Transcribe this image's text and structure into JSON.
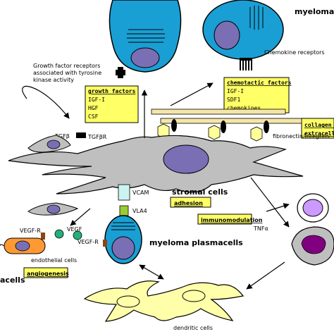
{
  "labels": {
    "myeloma_top": "myeloma",
    "chemokine_receptors": "Chemokine receptors",
    "gf_receptors_line1": "Growth factor receptors",
    "gf_receptors_line2": "associated with tyrosine",
    "gf_receptors_line3": "kinase activity",
    "tgfb": "TGFβ",
    "tgfbr": "TGFβR",
    "fibronectin": "fibronectin/integrins",
    "vcam": "VCAM",
    "vla4": "VLA4",
    "stromal_cells": "stromal cells",
    "myeloma_plasmacells": "myeloma plasmacells",
    "tnfa": "TNFα",
    "vegfr_left": "VEGF-R",
    "vegf": "VEGF",
    "vegfr_right": "VEGF-R",
    "endothelial_cells": "endothelial cells",
    "acells": "acells",
    "dendritic_cells": "dendritic cells"
  },
  "boxes": {
    "growth_factors": {
      "title": "growth factors",
      "items": [
        "IGF-I",
        "HGF",
        "CSF"
      ]
    },
    "chemotactic_factors": {
      "title": "chemotactic factors",
      "items": [
        "IGF-I",
        "SDF1",
        "chemokines"
      ]
    },
    "collagen": {
      "line1": "collagen fi",
      "line2": "extracellul"
    },
    "adhesion": "adhesion",
    "immunomodulation": "immunomodulation",
    "angiogenesis": "angiogenesis"
  },
  "colors": {
    "myeloma_cell": "#1a9fd4",
    "nucleus": "#7a6fb5",
    "stromal": "#bfbfbf",
    "label_box": "#ffff66",
    "dendritic": "#ffffaa",
    "vcam": "#ccf2f2",
    "vla4": "#99cc33",
    "vegf": "#22b07a",
    "receptor": "#8b4513",
    "endothelial": "#ff9933",
    "nucleus_dark": "#800080"
  }
}
